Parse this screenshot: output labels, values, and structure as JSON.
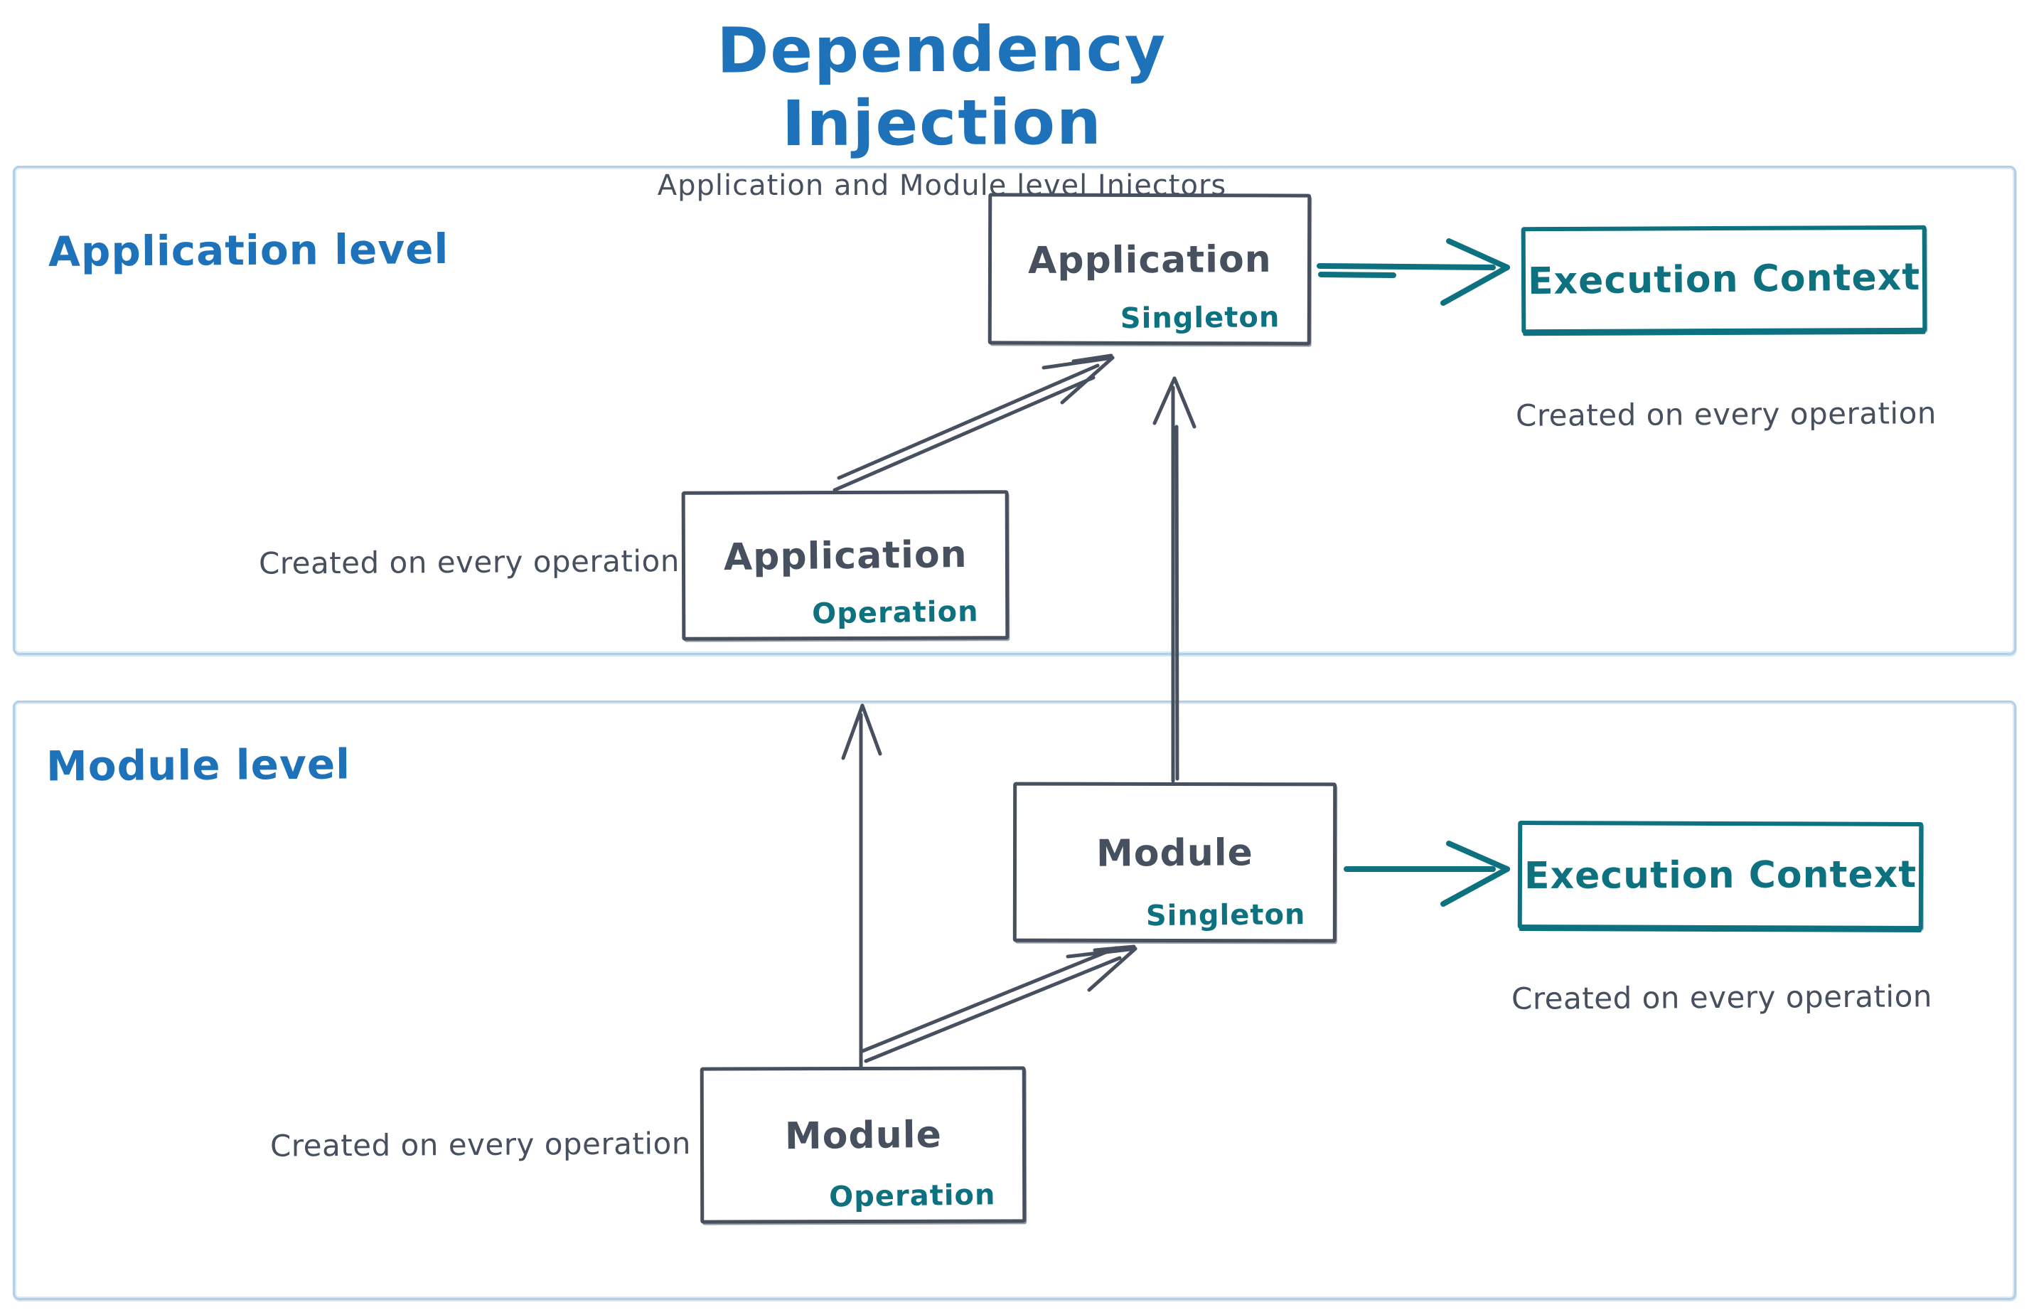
{
  "header": {
    "title": "Dependency Injection",
    "subtitle": "Application and Module level Injectors"
  },
  "colors": {
    "accent_blue": "#1d72ba",
    "accent_teal": "#0e7180",
    "stroke_slate": "#47505e",
    "panel_border": "#b3cee9"
  },
  "panels": {
    "application": {
      "label": "Application level",
      "singleton_box": {
        "title": "Application",
        "badge": "Singleton"
      },
      "operation_box": {
        "title": "Application",
        "badge": "Operation"
      },
      "execution_box": {
        "title": "Execution Context"
      },
      "execution_caption": "Created on every operation",
      "operation_caption": "Created on every operation"
    },
    "module": {
      "label": "Module level",
      "singleton_box": {
        "title": "Module",
        "badge": "Singleton"
      },
      "operation_box": {
        "title": "Module",
        "badge": "Operation"
      },
      "execution_box": {
        "title": "Execution Context"
      },
      "execution_caption": "Created on every operation",
      "operation_caption": "Created on every operation"
    }
  }
}
